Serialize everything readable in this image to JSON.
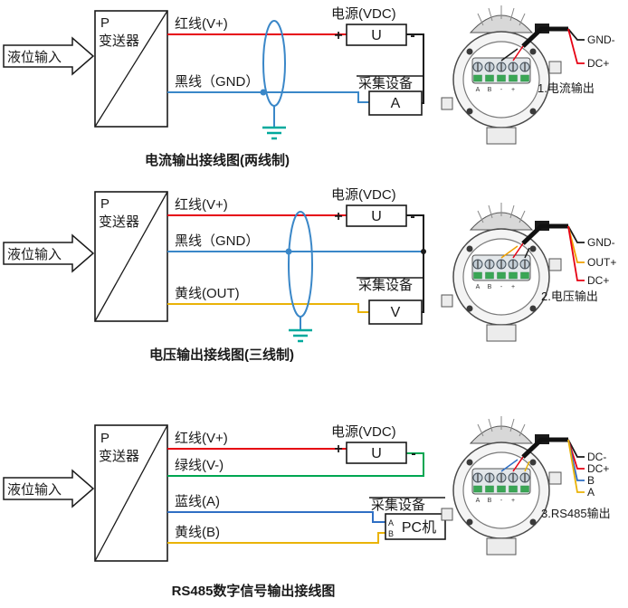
{
  "colors": {
    "red": "#e60012",
    "gnd_blue": "#3a87c8",
    "shield": "#3a87c8",
    "rs485_blue": "#2f6fc4",
    "yellow": "#eab308",
    "orange": "#f0a000",
    "green": "#00a651",
    "line": "#1a1a1a",
    "ground_green": "#00a99d"
  },
  "section1": {
    "input": "液位输入",
    "transmitter_p": "P",
    "transmitter_name": "变送器",
    "wire_red": "红线(V+)",
    "wire_black": "黑线（GND）",
    "power_title": "电源(VDC)",
    "power_unit": "U",
    "plus": "+",
    "minus": "-",
    "device_title": "采集设备",
    "device_unit": "A",
    "caption": "电流输出接线图(两线制)"
  },
  "section2": {
    "input": "液位输入",
    "transmitter_p": "P",
    "transmitter_name": "变送器",
    "wire_red": "红线(V+)",
    "wire_black": "黑线（GND）",
    "wire_out": "黄线(OUT)",
    "power_title": "电源(VDC)",
    "power_unit": "U",
    "plus": "+",
    "minus": "-",
    "device_title": "采集设备",
    "device_unit": "V",
    "caption": "电压输出接线图(三线制)"
  },
  "section3": {
    "input": "液位输入",
    "transmitter_p": "P",
    "transmitter_name": "变送器",
    "wire_red": "红线(V+)",
    "wire_green": "绿线(V-)",
    "wire_a": "蓝线(A)",
    "wire_b": "黄线(B)",
    "power_title": "电源(VDC)",
    "power_unit": "U",
    "plus": "+",
    "minus": "-",
    "device_title": "采集设备",
    "device_unit": "PC机",
    "port_a": "A",
    "port_b": "B",
    "caption": "RS485数字信号输出接线图"
  },
  "housings": [
    {
      "caption": "1.电流输出",
      "terminals": [
        "A",
        "B",
        "-",
        "+"
      ],
      "inner_wires": [
        "#e60012",
        "#1a1a1a"
      ],
      "branches": [
        {
          "label": "GND-",
          "color": "#1a1a1a"
        },
        {
          "label": "DC+",
          "color": "#e60012"
        }
      ]
    },
    {
      "caption": "2.电压输出",
      "terminals": [
        "A",
        "B",
        "-",
        "+"
      ],
      "inner_wires": [
        "#e60012",
        "#f0a000",
        "#1a1a1a"
      ],
      "branches": [
        {
          "label": "GND-",
          "color": "#1a1a1a"
        },
        {
          "label": "OUT+",
          "color": "#f0a000"
        },
        {
          "label": "DC+",
          "color": "#e60012"
        }
      ]
    },
    {
      "caption": "3.RS485输出",
      "terminals": [
        "A",
        "B",
        "-",
        "+"
      ],
      "inner_wires": [
        "#e60012",
        "#2f6fc4",
        "#eab308"
      ],
      "branches": [
        {
          "label": "DC-",
          "color": "#1a1a1a"
        },
        {
          "label": "DC+",
          "color": "#e60012"
        },
        {
          "label": "B",
          "color": "#2f6fc4"
        },
        {
          "label": "A",
          "color": "#eab308"
        }
      ]
    }
  ]
}
